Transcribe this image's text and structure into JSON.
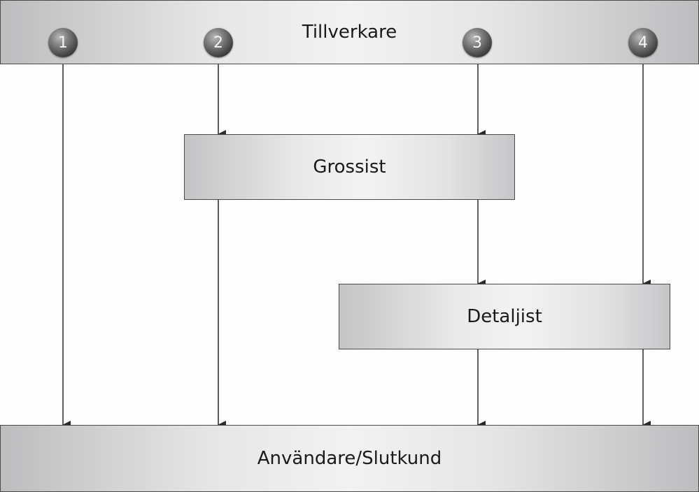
{
  "nodes": {
    "manufacturer": "Tillverkare",
    "wholesaler": "Grossist",
    "retailer": "Detaljist",
    "end_customer": "Användare/Slutkund"
  },
  "channels": [
    {
      "number": "1"
    },
    {
      "number": "2"
    },
    {
      "number": "3"
    },
    {
      "number": "4"
    }
  ],
  "colors": {
    "stroke": "#2a2a2a",
    "badge_dark": "#3a3a3a",
    "box_light": "#f2f2f3",
    "box_edge": "#bdbdc0"
  }
}
